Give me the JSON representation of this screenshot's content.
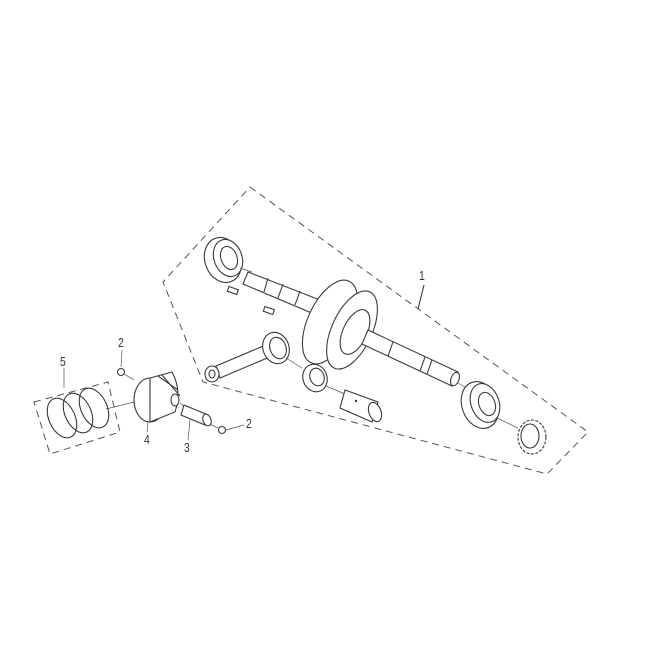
{
  "diagram": {
    "type": "exploded parts diagram",
    "subject": "crankshaft and piston assembly",
    "callouts": [
      {
        "id": "c1",
        "label": "1",
        "part": "crankshaft assembly (dashed group)"
      },
      {
        "id": "c2a",
        "label": "2",
        "part": "piston pin clip (upper)"
      },
      {
        "id": "c2b",
        "label": "2",
        "part": "piston pin clip (lower)"
      },
      {
        "id": "c3",
        "label": "3",
        "part": "piston pin"
      },
      {
        "id": "c4",
        "label": "4",
        "part": "piston"
      },
      {
        "id": "c5",
        "label": "5",
        "part": "piston ring set (dashed group)"
      }
    ],
    "colors": {
      "line": "#3a3a3a",
      "background": "#ffffff"
    }
  }
}
